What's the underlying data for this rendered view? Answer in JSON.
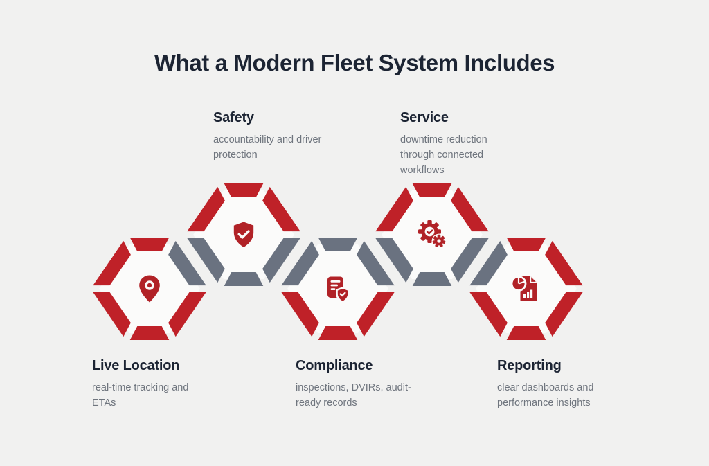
{
  "page": {
    "title": "What a Modern Fleet System Includes"
  },
  "palette": {
    "background": "#f1f1f0",
    "hex_interior": "#fbfbfa",
    "red": "#bf2128",
    "icon_red": "#b12227",
    "gray": "#6a7280",
    "heading_color": "#1c2433",
    "desc_color": "#6f757e"
  },
  "diagram": {
    "hexagons": [
      {
        "id": "live-location",
        "label": "Live Location",
        "description": "real-time tracking and\nETAs",
        "icon": "location-pin",
        "row": "bottom",
        "segments": {
          "upper_left": "red",
          "top": "red",
          "upper_right": "gray",
          "lower_right": "red",
          "bottom": "red",
          "lower_left": "red"
        }
      },
      {
        "id": "safety",
        "label": "Safety",
        "description": "accountability and driver\nprotection",
        "icon": "shield-check",
        "row": "top",
        "segments": {
          "upper_left": "red",
          "top": "red",
          "upper_right": "red",
          "lower_right": "gray",
          "bottom": "gray",
          "lower_left": "gray"
        }
      },
      {
        "id": "compliance",
        "label": "Compliance",
        "description": "inspections, DVIRs, audit-\nready records",
        "icon": "document-shield",
        "row": "bottom",
        "segments": {
          "upper_left": "gray",
          "top": "gray",
          "upper_right": "gray",
          "lower_right": "red",
          "bottom": "red",
          "lower_left": "red"
        }
      },
      {
        "id": "service",
        "label": "Service",
        "description": "downtime reduction\nthrough connected\nworkflows",
        "icon": "gears-check",
        "row": "top",
        "segments": {
          "upper_left": "red",
          "top": "red",
          "upper_right": "red",
          "lower_right": "gray",
          "bottom": "gray",
          "lower_left": "gray"
        }
      },
      {
        "id": "reporting",
        "label": "Reporting",
        "description": "clear dashboards and\nperformance insights",
        "icon": "report-chart",
        "row": "bottom",
        "segments": {
          "upper_left": "gray",
          "top": "red",
          "upper_right": "red",
          "lower_right": "red",
          "bottom": "red",
          "lower_left": "red"
        }
      }
    ]
  }
}
